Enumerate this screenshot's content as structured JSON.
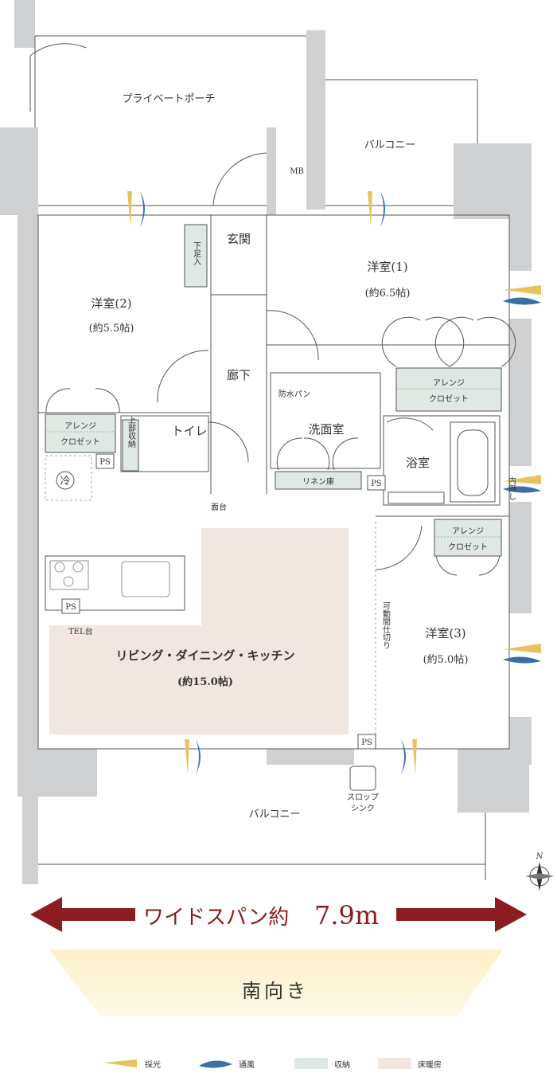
{
  "rooms": {
    "private_porch": "プライベートポーチ",
    "balcony_north": "バルコニー",
    "mb": "MB",
    "genkan": "玄関",
    "shoe_storage": "下足入",
    "western1_name": "洋室(1)",
    "western1_size": "(約6.5帖)",
    "western2_name": "洋室(2)",
    "western2_size": "(約5.5帖)",
    "corridor": "廊下",
    "arrange_closet_a": "アレンジ",
    "arrange_closet_b": "クロゼット",
    "waterproof_pan": "防水パン",
    "washroom": "洗面室",
    "toilet": "トイレ",
    "upper_storage": "上部収納",
    "linen": "リネン庫",
    "bathroom": "浴室",
    "ps": "PS",
    "fridge": "冷",
    "uchi_daoshi": "内倒し",
    "washstand": "面台",
    "tel": "TEL台",
    "movable_partition": "可動間仕切り",
    "ldk_name": "リビング・ダイニング・キッチン",
    "ldk_size": "(約15.0帖)",
    "western3_name": "洋室(3)",
    "western3_size": "(約5.0帖)",
    "slop_sink_a": "スロップ",
    "slop_sink_b": "シンク",
    "balcony_south": "バルコニー"
  },
  "banner": {
    "text": "ワイドスパン約",
    "value": "7.9m"
  },
  "orientation": "南向き",
  "legend": {
    "light": "採光",
    "wind": "通風",
    "storage": "収納",
    "floor_heating": "床暖房"
  },
  "compass": "N",
  "colors": {
    "banner_red": "#8b1c1f",
    "floor_heating": "#f2e6e1",
    "storage": "#dfe8e3",
    "wall": "#cfd0d1",
    "light_yellow": "#e8c25c",
    "wind_blue": "#3a6fa8"
  }
}
